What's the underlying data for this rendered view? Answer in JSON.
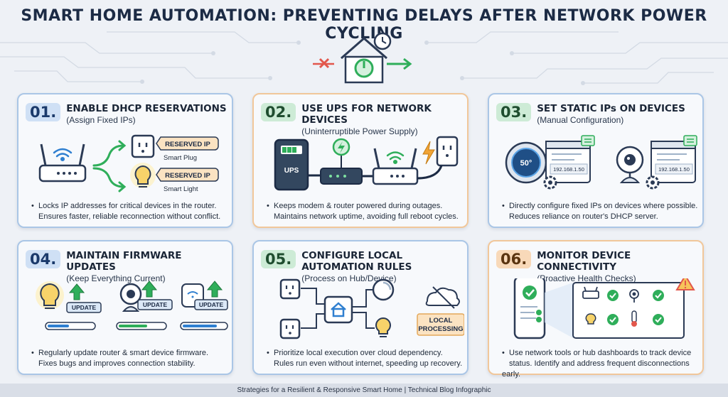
{
  "title": "SMART HOME AUTOMATION: PREVENTING DELAYS AFTER NETWORK POWER CYCLING",
  "cards": [
    {
      "num": "01.",
      "heading": "ENABLE DHCP RESERVATIONS",
      "subheading": "(Assign Fixed IPs)",
      "labels": {
        "tag1": "RESERVED IP",
        "device1": "Smart Plug",
        "tag2": "RESERVED IP",
        "device2": "Smart Light"
      },
      "desc1": "Locks IP addresses for critical devices in the router.",
      "desc2": "Ensures faster, reliable reconnection without conflict."
    },
    {
      "num": "02.",
      "heading": "USE UPS FOR NETWORK DEVICES",
      "subheading": "(Uninterruptible Power Supply)",
      "labels": {
        "ups": "UPS"
      },
      "desc1": "Keeps modem & router powered during outages.",
      "desc2": "Maintains network uptime, avoiding full reboot cycles."
    },
    {
      "num": "03.",
      "heading": "SET STATIC IPs ON DEVICES",
      "subheading": "(Manual Configuration)",
      "labels": {
        "thermostat": "50°",
        "ip1": "192.168.1.50",
        "ip2": "192.168.1.50"
      },
      "desc1": "Directly configure fixed IPs on devices where possible.",
      "desc2": "Reduces reliance on router's DHCP server."
    },
    {
      "num": "04.",
      "heading": "MAINTAIN FIRMWARE UPDATES",
      "subheading": "(Keep Everything Current)",
      "labels": {
        "u1": "UPDATE",
        "u2": "UPDATE",
        "u3": "UPDATE"
      },
      "desc1": "Regularly update router & smart device firmware.",
      "desc2": "Fixes bugs and improves connection stability."
    },
    {
      "num": "05.",
      "heading": "CONFIGURE LOCAL AUTOMATION RULES",
      "subheading": "(Process on Hub/Device)",
      "labels": {
        "local1": "LOCAL",
        "local2": "PROCESSING"
      },
      "desc1": "Prioritize local execution over cloud dependency.",
      "desc2": "Rules run even without internet, speeding up recovery."
    },
    {
      "num": "06.",
      "heading": "MONITOR DEVICE CONNECTIVITY",
      "subheading": "(Proactive Health Checks)",
      "labels": {},
      "desc1": "Use network tools or hub dashboards to track device",
      "desc2": "status. Identify and address frequent disconnections early."
    }
  ],
  "footer": "Strategies for a Resilient & Responsive Smart Home | Technical Blog Infographic",
  "colors": {
    "blue": "#2f7fd0",
    "green": "#2fae5a",
    "orange": "#f0a436",
    "red": "#e2574c",
    "navy": "#1c2b45"
  }
}
